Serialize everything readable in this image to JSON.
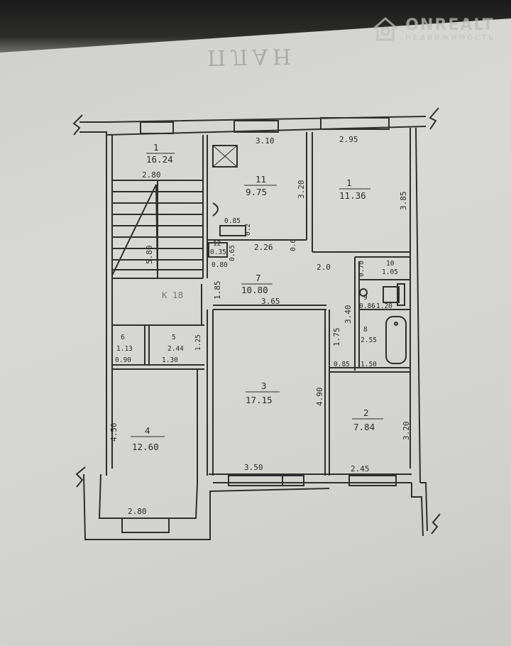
{
  "header": {
    "title_text": "ПЛАН"
  },
  "watermark": {
    "name": "ONREALT",
    "subtitle": "НЕДВИЖИМОСТЬ"
  },
  "rooms": [
    {
      "id": "1_stair",
      "number": "1",
      "area": "16.24"
    },
    {
      "id": "11",
      "number": "11",
      "area": "9.75"
    },
    {
      "id": "1",
      "number": "1",
      "area": "11.36"
    },
    {
      "id": "12",
      "number": "12",
      "area": "0.35"
    },
    {
      "id": "7",
      "number": "7",
      "area": "10.80"
    },
    {
      "id": "10",
      "number": "10",
      "area": "1.05"
    },
    {
      "id": "9",
      "number": "9",
      "area": ""
    },
    {
      "id": "8",
      "number": "8",
      "area": "2.55"
    },
    {
      "id": "6",
      "number": "6",
      "area": "1.13"
    },
    {
      "id": "5",
      "number": "5",
      "area": "2.44"
    },
    {
      "id": "3",
      "number": "3",
      "area": "17.15"
    },
    {
      "id": "2",
      "number": "2",
      "area": "7.84"
    },
    {
      "id": "4",
      "number": "4",
      "area": "12.60"
    }
  ],
  "dimensions": {
    "top_3_10": "3.10",
    "top_2_95": "2.95",
    "stair_2_80": "2.80",
    "stair_5_80": "5.80",
    "r11_3_20": "3.20",
    "r1_3_85": "3.85",
    "d_0_85_top": "0.85",
    "d_0_2": "0.2",
    "d_0_65": "0.65",
    "d_2_26": "2.26",
    "d_0_6": "0.6",
    "d_0_80": "0.80",
    "d_2_0": "2.0",
    "d_0_70": "0.70",
    "d_1_85": "1.85",
    "d_3_65": "3.65",
    "stair_k18": "K 18",
    "d_0_86": "0.86",
    "d_1_20": "1.20",
    "d_3_40": "3.40",
    "d_1_75": "1.75",
    "d_0_85_bot": "0.85",
    "d_1_50": "1.50",
    "d_0_90": "0.90",
    "d_1_30": "1.30",
    "d_1_25": "1.25",
    "d_4_90": "4.90",
    "d_4_50": "4.50",
    "d_3_20_right": "3.20",
    "bot_3_50": "3.50",
    "bot_2_45": "2.45",
    "bot_2_80": "2.80"
  }
}
